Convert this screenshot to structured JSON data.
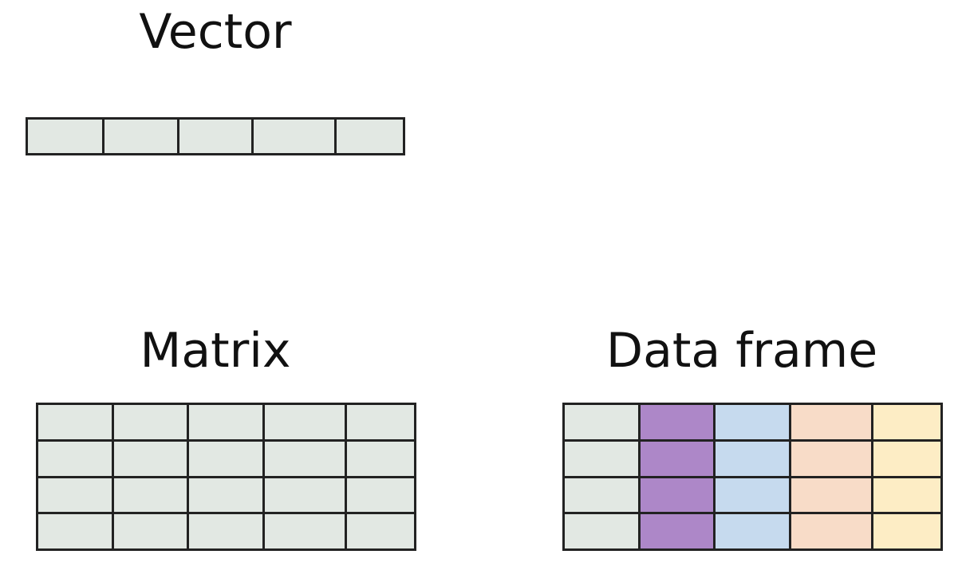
{
  "vector": {
    "title": "Vector",
    "columns": 5,
    "rows": 1,
    "cell_color": "#e2e8e3"
  },
  "matrix": {
    "title": "Matrix",
    "columns": 5,
    "rows": 4,
    "cell_color": "#e2e8e3"
  },
  "data_frame": {
    "title": "Data frame",
    "columns": 5,
    "rows": 4,
    "column_colors": [
      "#e2e8e3",
      "#ad87c8",
      "#c6daee",
      "#f8dcc8",
      "#fdedc5"
    ]
  },
  "colors": {
    "grid_line": "#222222",
    "background": "#ffffff"
  }
}
